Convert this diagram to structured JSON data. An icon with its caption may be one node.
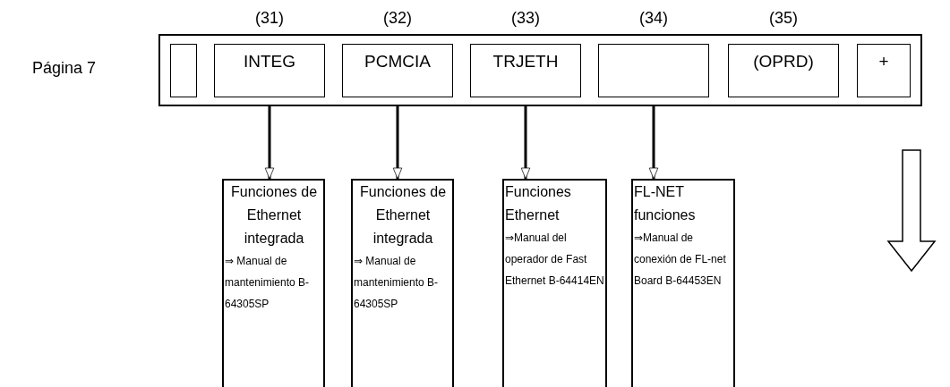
{
  "diagram": {
    "nodes": [
      {
        "text": [],
        "shape": "box"
      },
      {
        "text": [],
        "shape": "box",
        "in": 0
      },
      {
        "text": [
          "INTEG"
        ],
        "beside": [
          "(31)"
        ],
        "in": 0
      },
      {
        "text": [
          "PCMCIA"
        ],
        "beside": [
          "(32)"
        ],
        "in": 0
      },
      {
        "text": [
          "TRJETH"
        ],
        "beside": [
          "(33)"
        ],
        "in": 0
      },
      {
        "text": [],
        "shape": "box",
        "beside": [
          "(34)"
        ],
        "in": 0
      },
      {
        "text": [
          "(OPRD)"
        ],
        "beside": [
          "(35)"
        ],
        "in": 0
      },
      {
        "text": [
          "+"
        ],
        "in": 0
      },
      {
        "text": [
          "Funciones de Ethernet integrada",
          "⇒ Manual de mantenimiento B-64305SP"
        ]
      },
      {
        "text": [
          "Funciones de Ethernet integrada",
          "⇒ Manual de mantenimiento B-64305SP"
        ]
      },
      {
        "text": [
          "Funciones Ethernet",
          "⇒Manual del operador de Fast Ethernet B-64414EN"
        ]
      },
      {
        "text": [
          "FL-NET funciones",
          "⇒Manual de conexión de FL-net Board B-64453EN"
        ]
      }
    ],
    "edges": [
      {
        "from": 2,
        "to": 8,
        "arrow": "to"
      },
      {
        "from": 3,
        "to": 9,
        "arrow": "to"
      },
      {
        "from": 4,
        "to": 10,
        "arrow": "to"
      },
      {
        "from": 5,
        "to": 11,
        "arrow": "to"
      }
    ],
    "labels": [
      "Página 7"
    ]
  }
}
